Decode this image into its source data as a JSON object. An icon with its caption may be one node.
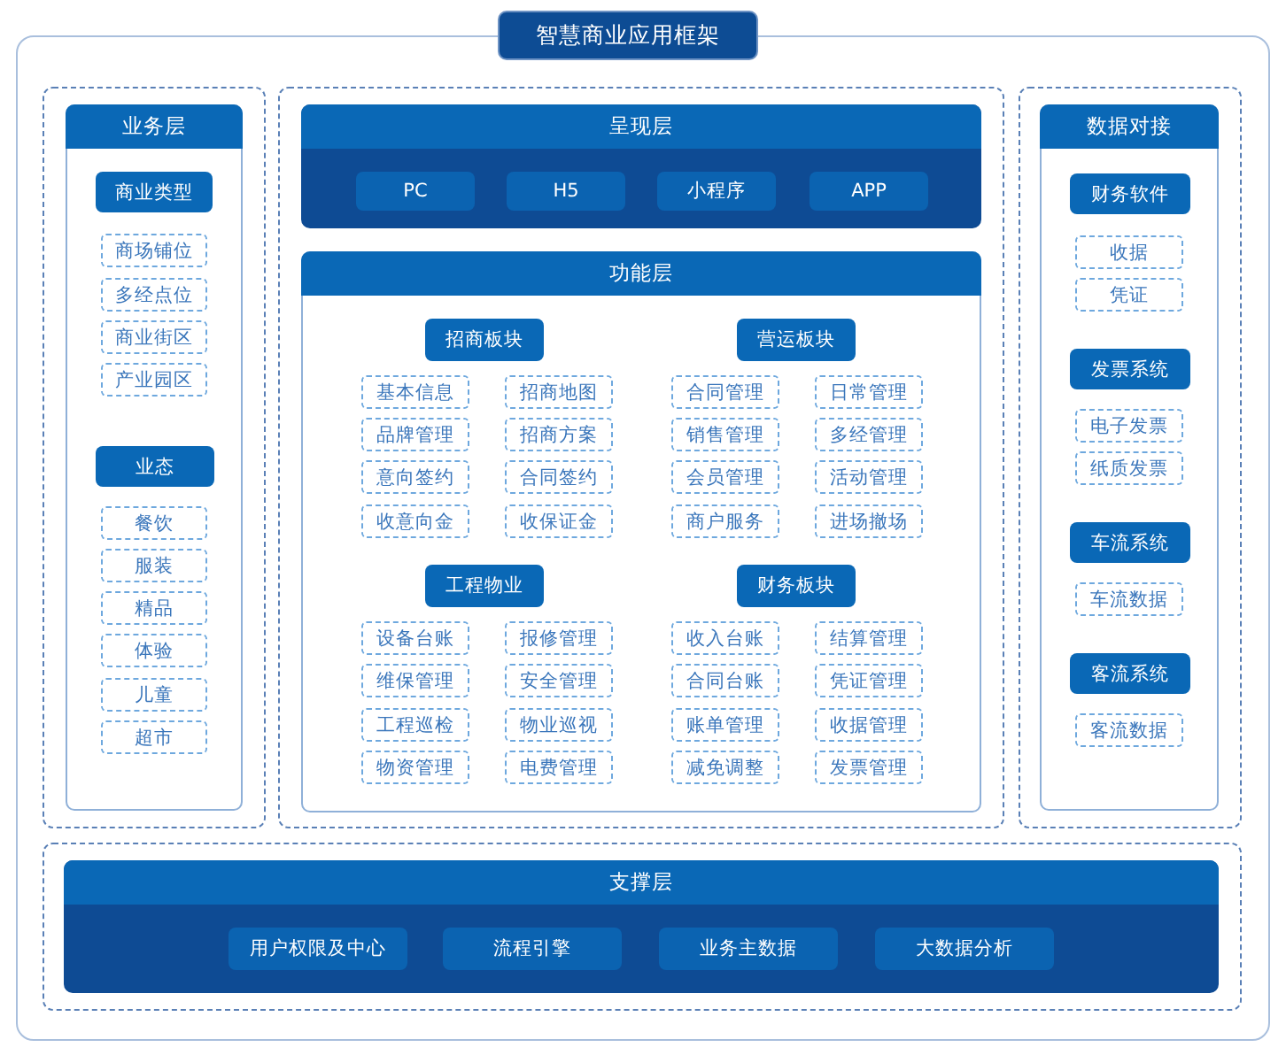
{
  "diagram": {
    "nodes": [
      {
        "text": [
          "智慧商业应用框架"
        ]
      },
      {
        "text": [],
        "shape": "box",
        "in": 0
      },
      {
        "text": [
          "业务层"
        ],
        "in": 1
      },
      {
        "text": [
          "商业类型"
        ],
        "in": 2
      },
      {
        "text": [
          "商场铺位"
        ],
        "in": 2
      },
      {
        "text": [
          "多经点位"
        ],
        "in": 2
      },
      {
        "text": [
          "商业街区"
        ],
        "in": 2
      },
      {
        "text": [
          "产业园区"
        ],
        "in": 2
      },
      {
        "text": [
          "业态"
        ],
        "in": 2
      },
      {
        "text": [
          "餐饮"
        ],
        "in": 2
      },
      {
        "text": [
          "服装"
        ],
        "in": 2
      },
      {
        "text": [
          "精品"
        ],
        "in": 2
      },
      {
        "text": [
          "体验"
        ],
        "in": 2
      },
      {
        "text": [
          "儿童"
        ],
        "in": 2
      },
      {
        "text": [
          "超市"
        ],
        "in": 2
      },
      {
        "text": [],
        "shape": "box",
        "in": 0
      },
      {
        "text": [
          "呈现层"
        ],
        "in": 15
      },
      {
        "text": [
          "PC"
        ],
        "in": 16
      },
      {
        "text": [
          "H5"
        ],
        "in": 16
      },
      {
        "text": [
          "小程序"
        ],
        "in": 16
      },
      {
        "text": [
          "APP"
        ],
        "in": 16
      },
      {
        "text": [
          "功能层"
        ],
        "in": 15
      },
      {
        "text": [
          "招商板块"
        ],
        "in": 21
      },
      {
        "text": [
          "基本信息"
        ],
        "in": 21
      },
      {
        "text": [
          "招商地图"
        ],
        "in": 21
      },
      {
        "text": [
          "品牌管理"
        ],
        "in": 21
      },
      {
        "text": [
          "招商方案"
        ],
        "in": 21
      },
      {
        "text": [
          "意向签约"
        ],
        "in": 21
      },
      {
        "text": [
          "合同签约"
        ],
        "in": 21
      },
      {
        "text": [
          "收意向金"
        ],
        "in": 21
      },
      {
        "text": [
          "收保证金"
        ],
        "in": 21
      },
      {
        "text": [
          "营运板块"
        ],
        "in": 21
      },
      {
        "text": [
          "合同管理"
        ],
        "in": 21
      },
      {
        "text": [
          "日常管理"
        ],
        "in": 21
      },
      {
        "text": [
          "销售管理"
        ],
        "in": 21
      },
      {
        "text": [
          "多经管理"
        ],
        "in": 21
      },
      {
        "text": [
          "会员管理"
        ],
        "in": 21
      },
      {
        "text": [
          "活动管理"
        ],
        "in": 21
      },
      {
        "text": [
          "商户服务"
        ],
        "in": 21
      },
      {
        "text": [
          "进场撤场"
        ],
        "in": 21
      },
      {
        "text": [
          "工程物业"
        ],
        "in": 21
      },
      {
        "text": [
          "设备台账"
        ],
        "in": 21
      },
      {
        "text": [
          "报修管理"
        ],
        "in": 21
      },
      {
        "text": [
          "维保管理"
        ],
        "in": 21
      },
      {
        "text": [
          "安全管理"
        ],
        "in": 21
      },
      {
        "text": [
          "工程巡检"
        ],
        "in": 21
      },
      {
        "text": [
          "物业巡视"
        ],
        "in": 21
      },
      {
        "text": [
          "物资管理"
        ],
        "in": 21
      },
      {
        "text": [
          "电费管理"
        ],
        "in": 21
      },
      {
        "text": [
          "财务板块"
        ],
        "in": 21
      },
      {
        "text": [
          "收入台账"
        ],
        "in": 21
      },
      {
        "text": [
          "结算管理"
        ],
        "in": 21
      },
      {
        "text": [
          "合同台账"
        ],
        "in": 21
      },
      {
        "text": [
          "凭证管理"
        ],
        "in": 21
      },
      {
        "text": [
          "账单管理"
        ],
        "in": 21
      },
      {
        "text": [
          "收据管理"
        ],
        "in": 21
      },
      {
        "text": [
          "减免调整"
        ],
        "in": 21
      },
      {
        "text": [
          "发票管理"
        ],
        "in": 21
      },
      {
        "text": [],
        "shape": "box",
        "in": 0
      },
      {
        "text": [
          "数据对接"
        ],
        "in": 58
      },
      {
        "text": [
          "财务软件"
        ],
        "in": 59
      },
      {
        "text": [
          "收据"
        ],
        "in": 59
      },
      {
        "text": [
          "凭证"
        ],
        "in": 59
      },
      {
        "text": [
          "发票系统"
        ],
        "in": 59
      },
      {
        "text": [
          "电子发票"
        ],
        "in": 59
      },
      {
        "text": [
          "纸质发票"
        ],
        "in": 59
      },
      {
        "text": [
          "车流系统"
        ],
        "in": 59
      },
      {
        "text": [
          "车流数据"
        ],
        "in": 59
      },
      {
        "text": [
          "客流系统"
        ],
        "in": 59
      },
      {
        "text": [
          "客流数据"
        ],
        "in": 59
      },
      {
        "text": [],
        "shape": "box",
        "in": 0
      },
      {
        "text": [
          "支撑层"
        ],
        "in": 70
      },
      {
        "text": [
          "用户权限及中心"
        ],
        "in": 71
      },
      {
        "text": [
          "流程引擎"
        ],
        "in": 71
      },
      {
        "text": [
          "业务主数据"
        ],
        "in": 71
      },
      {
        "text": [
          "大数据分析"
        ],
        "in": 71
      }
    ],
    "edges": []
  }
}
